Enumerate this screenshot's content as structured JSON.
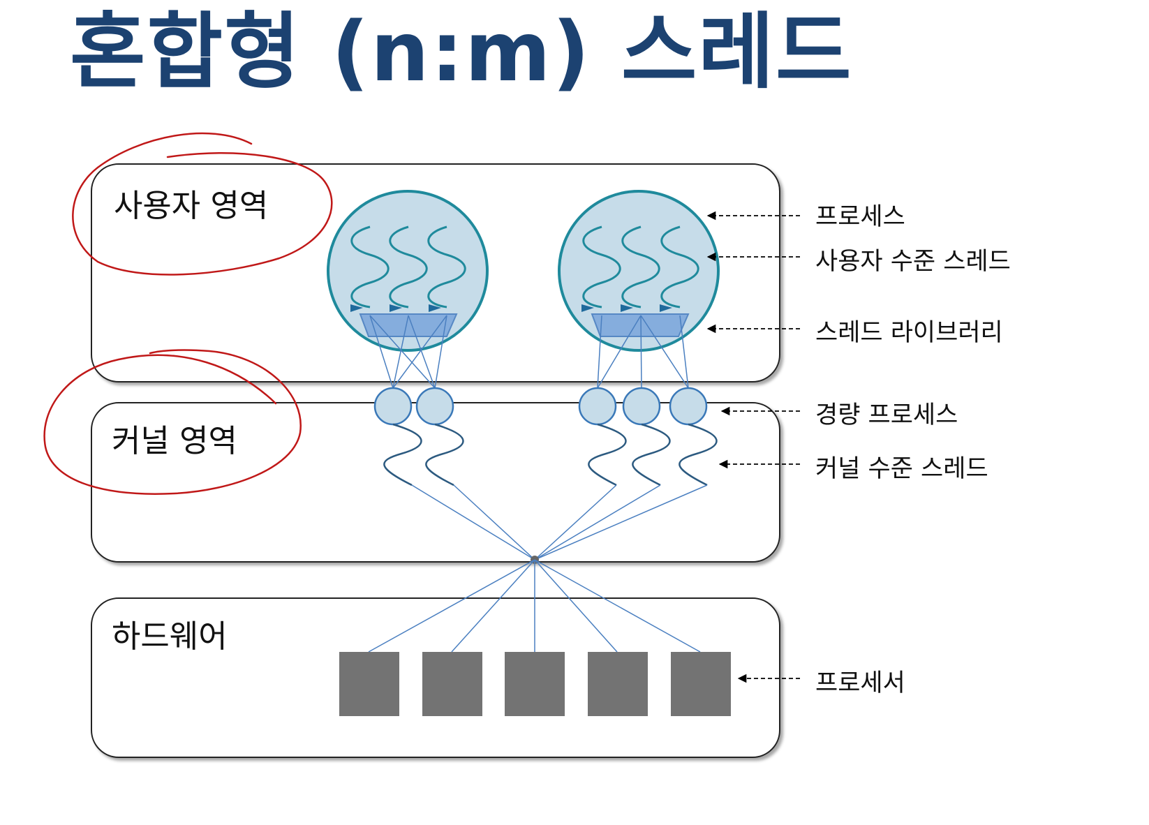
{
  "title": "혼합형 (n:m) 스레드",
  "regions": {
    "user": "사용자 영역",
    "kernel": "커널 영역",
    "hardware": "하드웨어"
  },
  "legend": {
    "process": "프로세스",
    "user_thread": "사용자 수준 스레드",
    "thread_library": "스레드 라이브러리",
    "lightweight_process": "경량 프로세스",
    "kernel_thread": "커널 수준 스레드",
    "processor": "프로세서"
  },
  "colors": {
    "title": "#1c4271",
    "process_fill": "#c6dce9",
    "process_stroke": "#1f8a9c",
    "library_fill": "#7fa8dc",
    "line_blue": "#4a7fc0",
    "processor_fill": "#737373",
    "annotation_red": "#c01818"
  }
}
